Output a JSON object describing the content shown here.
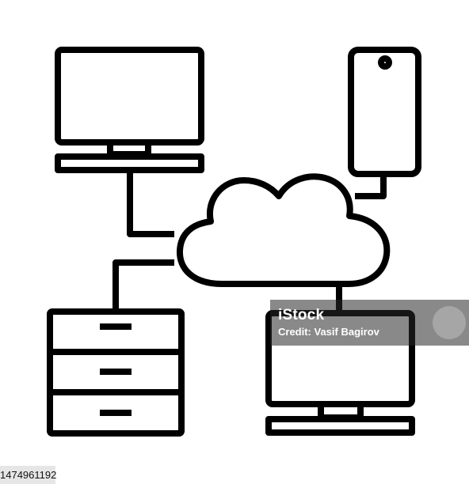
{
  "watermark": {
    "brand": "iStock",
    "credit": "Credit: Vasif Bagirov"
  },
  "stock_id": "1474961192",
  "colors": {
    "stroke": "#000000",
    "background": "#ffffff"
  },
  "icons": [
    "desktop-monitor-icon",
    "smartphone-icon",
    "cloud-icon",
    "server-cabinet-icon",
    "laptop-monitor-icon"
  ]
}
